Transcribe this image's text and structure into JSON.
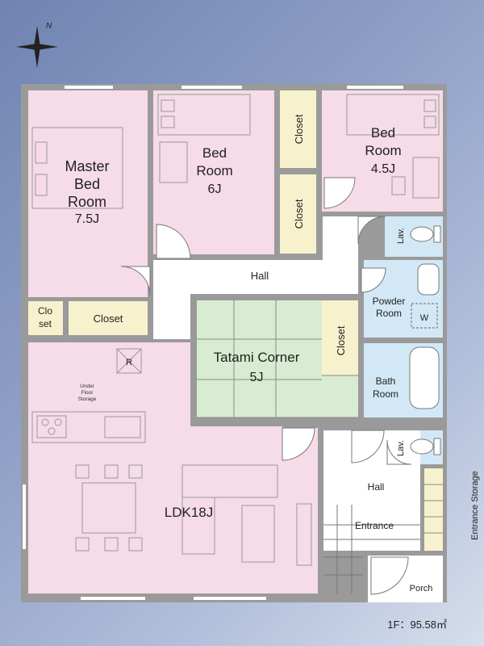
{
  "compass": {
    "north": "N"
  },
  "rooms": {
    "master": [
      "Master",
      "Bed",
      "Room",
      "7.5J"
    ],
    "bed6": [
      "Bed",
      "Room",
      "6J"
    ],
    "bed45": [
      "Bed",
      "Room",
      "4.5J"
    ],
    "hall_upper": "Hall",
    "hall_lower": "Hall",
    "closet": "Closet",
    "cloth_closet": [
      "Clo",
      "set"
    ],
    "tatami": [
      "Tatami Corner",
      "5J"
    ],
    "powder": [
      "Powder",
      "Room"
    ],
    "washer": "W",
    "bath": [
      "Bath",
      "Room"
    ],
    "lav": "Lav.",
    "underfloor": [
      "Under",
      "Floor",
      "Storage"
    ],
    "fridge": "R",
    "ldk": "LDK18J",
    "entrance": "Entrance",
    "entrance_storage": "Entrance Storage",
    "porch": "Porch"
  },
  "floor_area": "1F：95.58㎡"
}
